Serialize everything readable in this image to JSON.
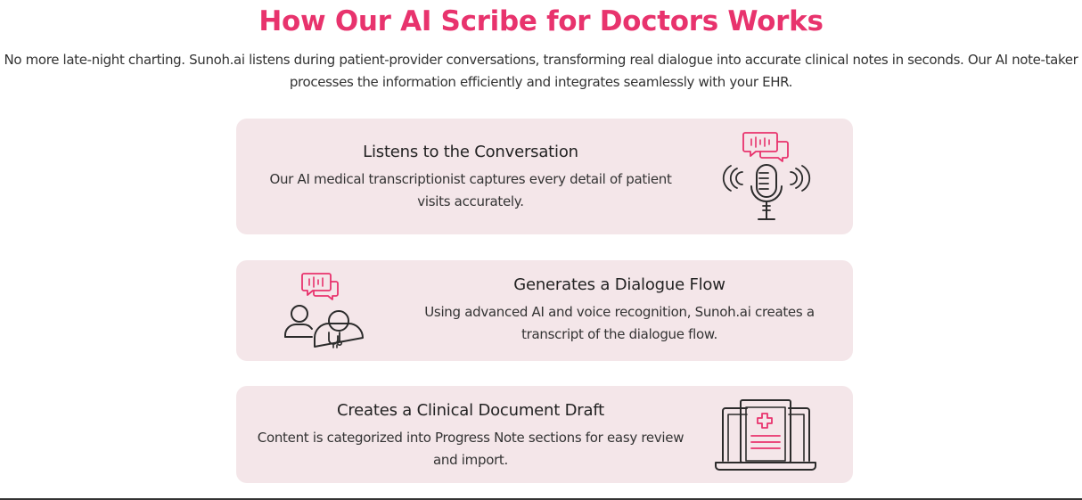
{
  "section": {
    "title": "How Our AI Scribe for Doctors Works",
    "intro": "No more late-night charting. Sunoh.ai listens during patient-provider conversations, transforming real dialogue into accurate clinical notes in seconds. Our AI note-taker processes the information efficiently and integrates seamlessly with your EHR."
  },
  "steps": [
    {
      "title": "Listens to the Conversation",
      "description": "Our AI medical transcriptionist captures every detail of patient visits accurately.",
      "icon": "microphone-icon"
    },
    {
      "title": "Generates a Dialogue Flow",
      "description": "Using advanced AI and voice recognition, Sunoh.ai creates a transcript of the dialogue flow.",
      "icon": "doctor-patient-icon"
    },
    {
      "title": "Creates a Clinical Document Draft",
      "description": "Content is categorized into Progress Note sections for easy review and import.",
      "icon": "clinical-document-laptop-icon"
    }
  ],
  "colors": {
    "accent": "#e8336d",
    "card_background": "#f4e6e9",
    "text": "#333333"
  }
}
